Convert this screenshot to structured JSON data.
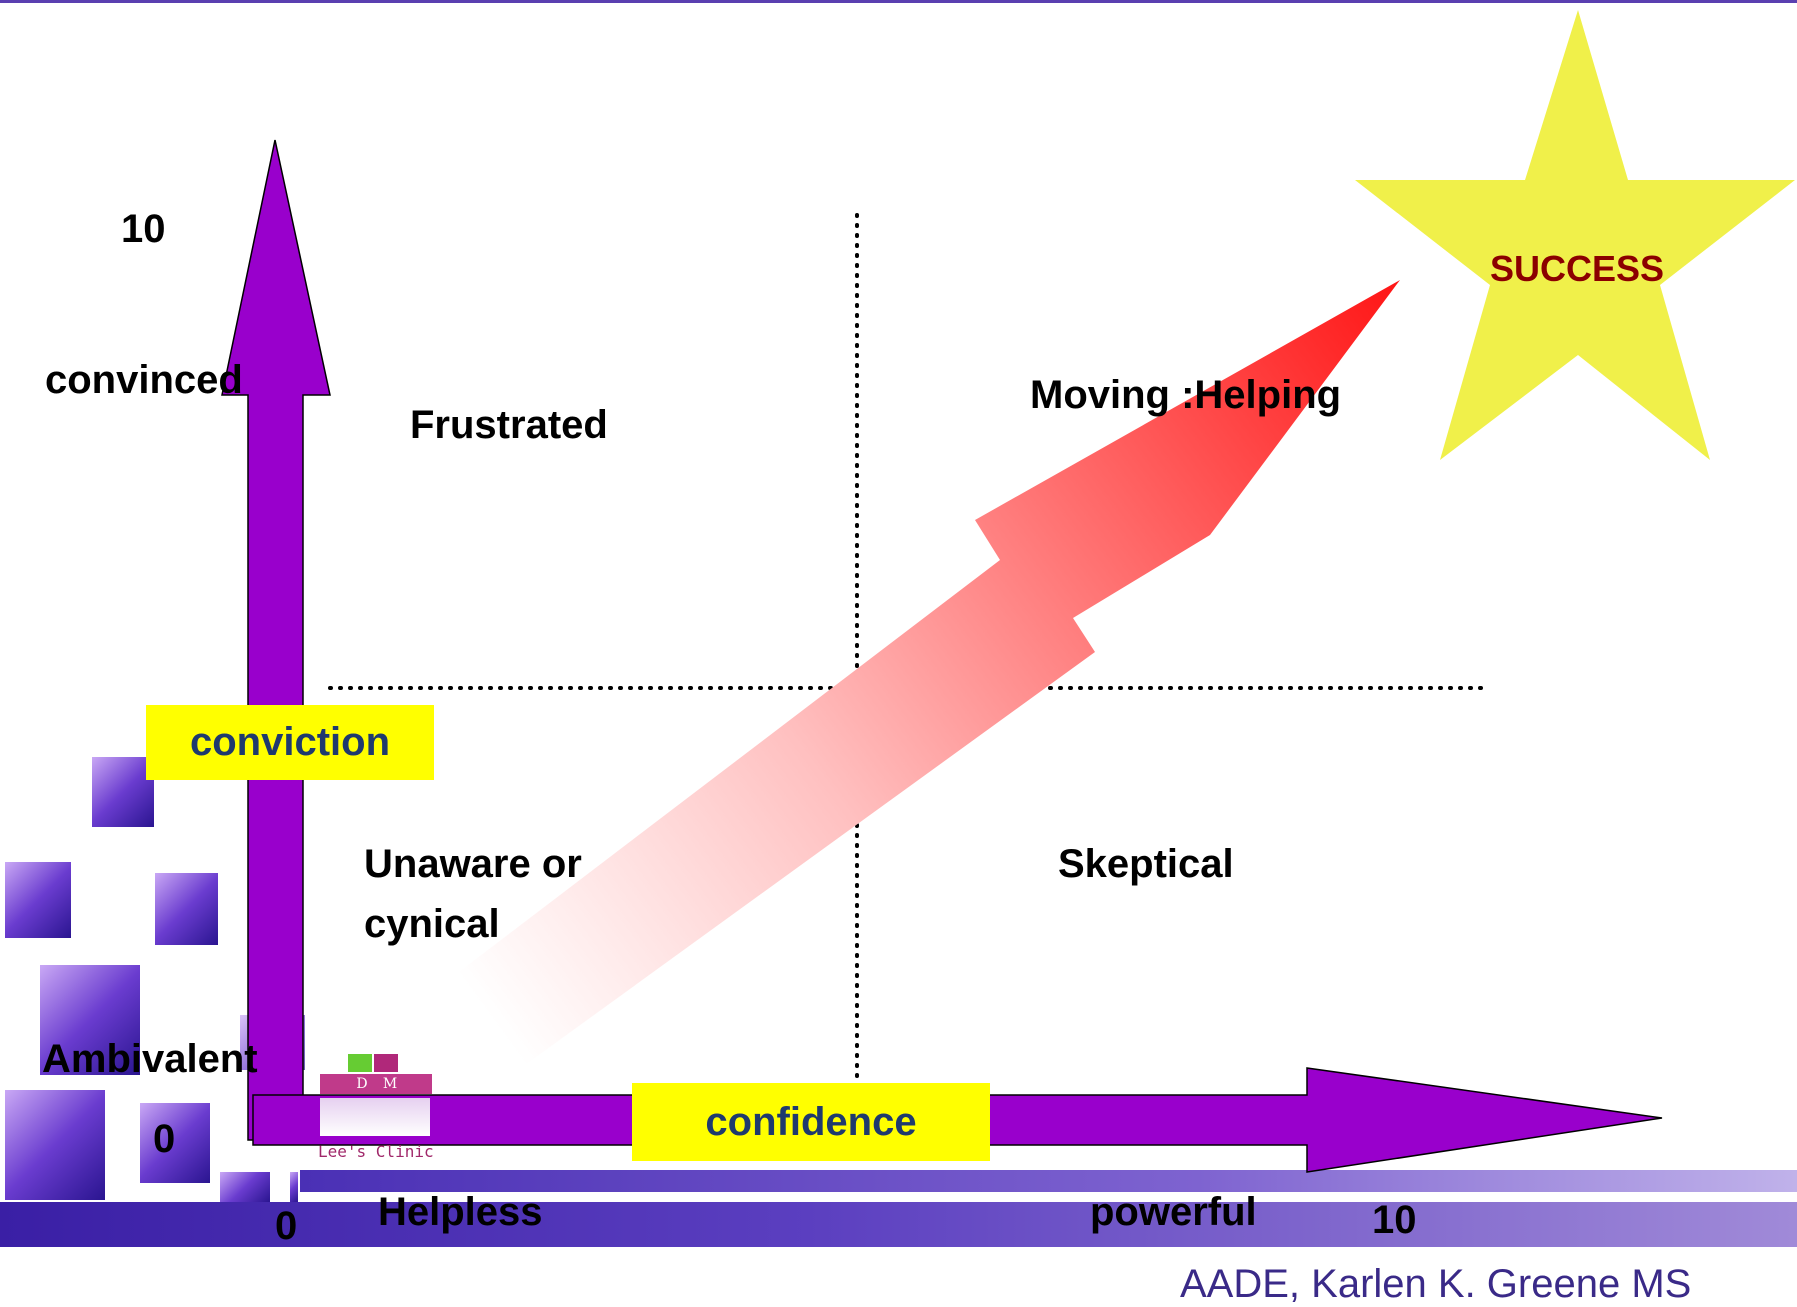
{
  "axes": {
    "y_max_label": "10",
    "y_high_label": "convinced",
    "y_low_label": "Ambivalent",
    "y_zero_label": "0",
    "y_axis_name": "conviction",
    "x_zero_label": "0",
    "x_low_label": "Helpless",
    "x_high_label": "powerful",
    "x_max_label": "10",
    "x_axis_name": "confidence"
  },
  "quadrants": {
    "top_left": "Frustrated",
    "top_right": "Moving :Helping",
    "bottom_left_line1": "Unaware or",
    "bottom_left_line2": "cynical",
    "bottom_right": "Skeptical"
  },
  "goal": {
    "label": "SUCCESS"
  },
  "logo": {
    "letters_d": "D",
    "letters_m": "M",
    "clinic_name": "Lee's Clinic"
  },
  "footer": {
    "author": "AADE, Karlen K. Greene MS"
  },
  "colors": {
    "axis_purple": "#9900cc",
    "label_yellow": "#ffff00",
    "star_yellow": "#f0f04a",
    "success_text": "#8b0000",
    "progress_arrow_red": "#ff2020"
  }
}
